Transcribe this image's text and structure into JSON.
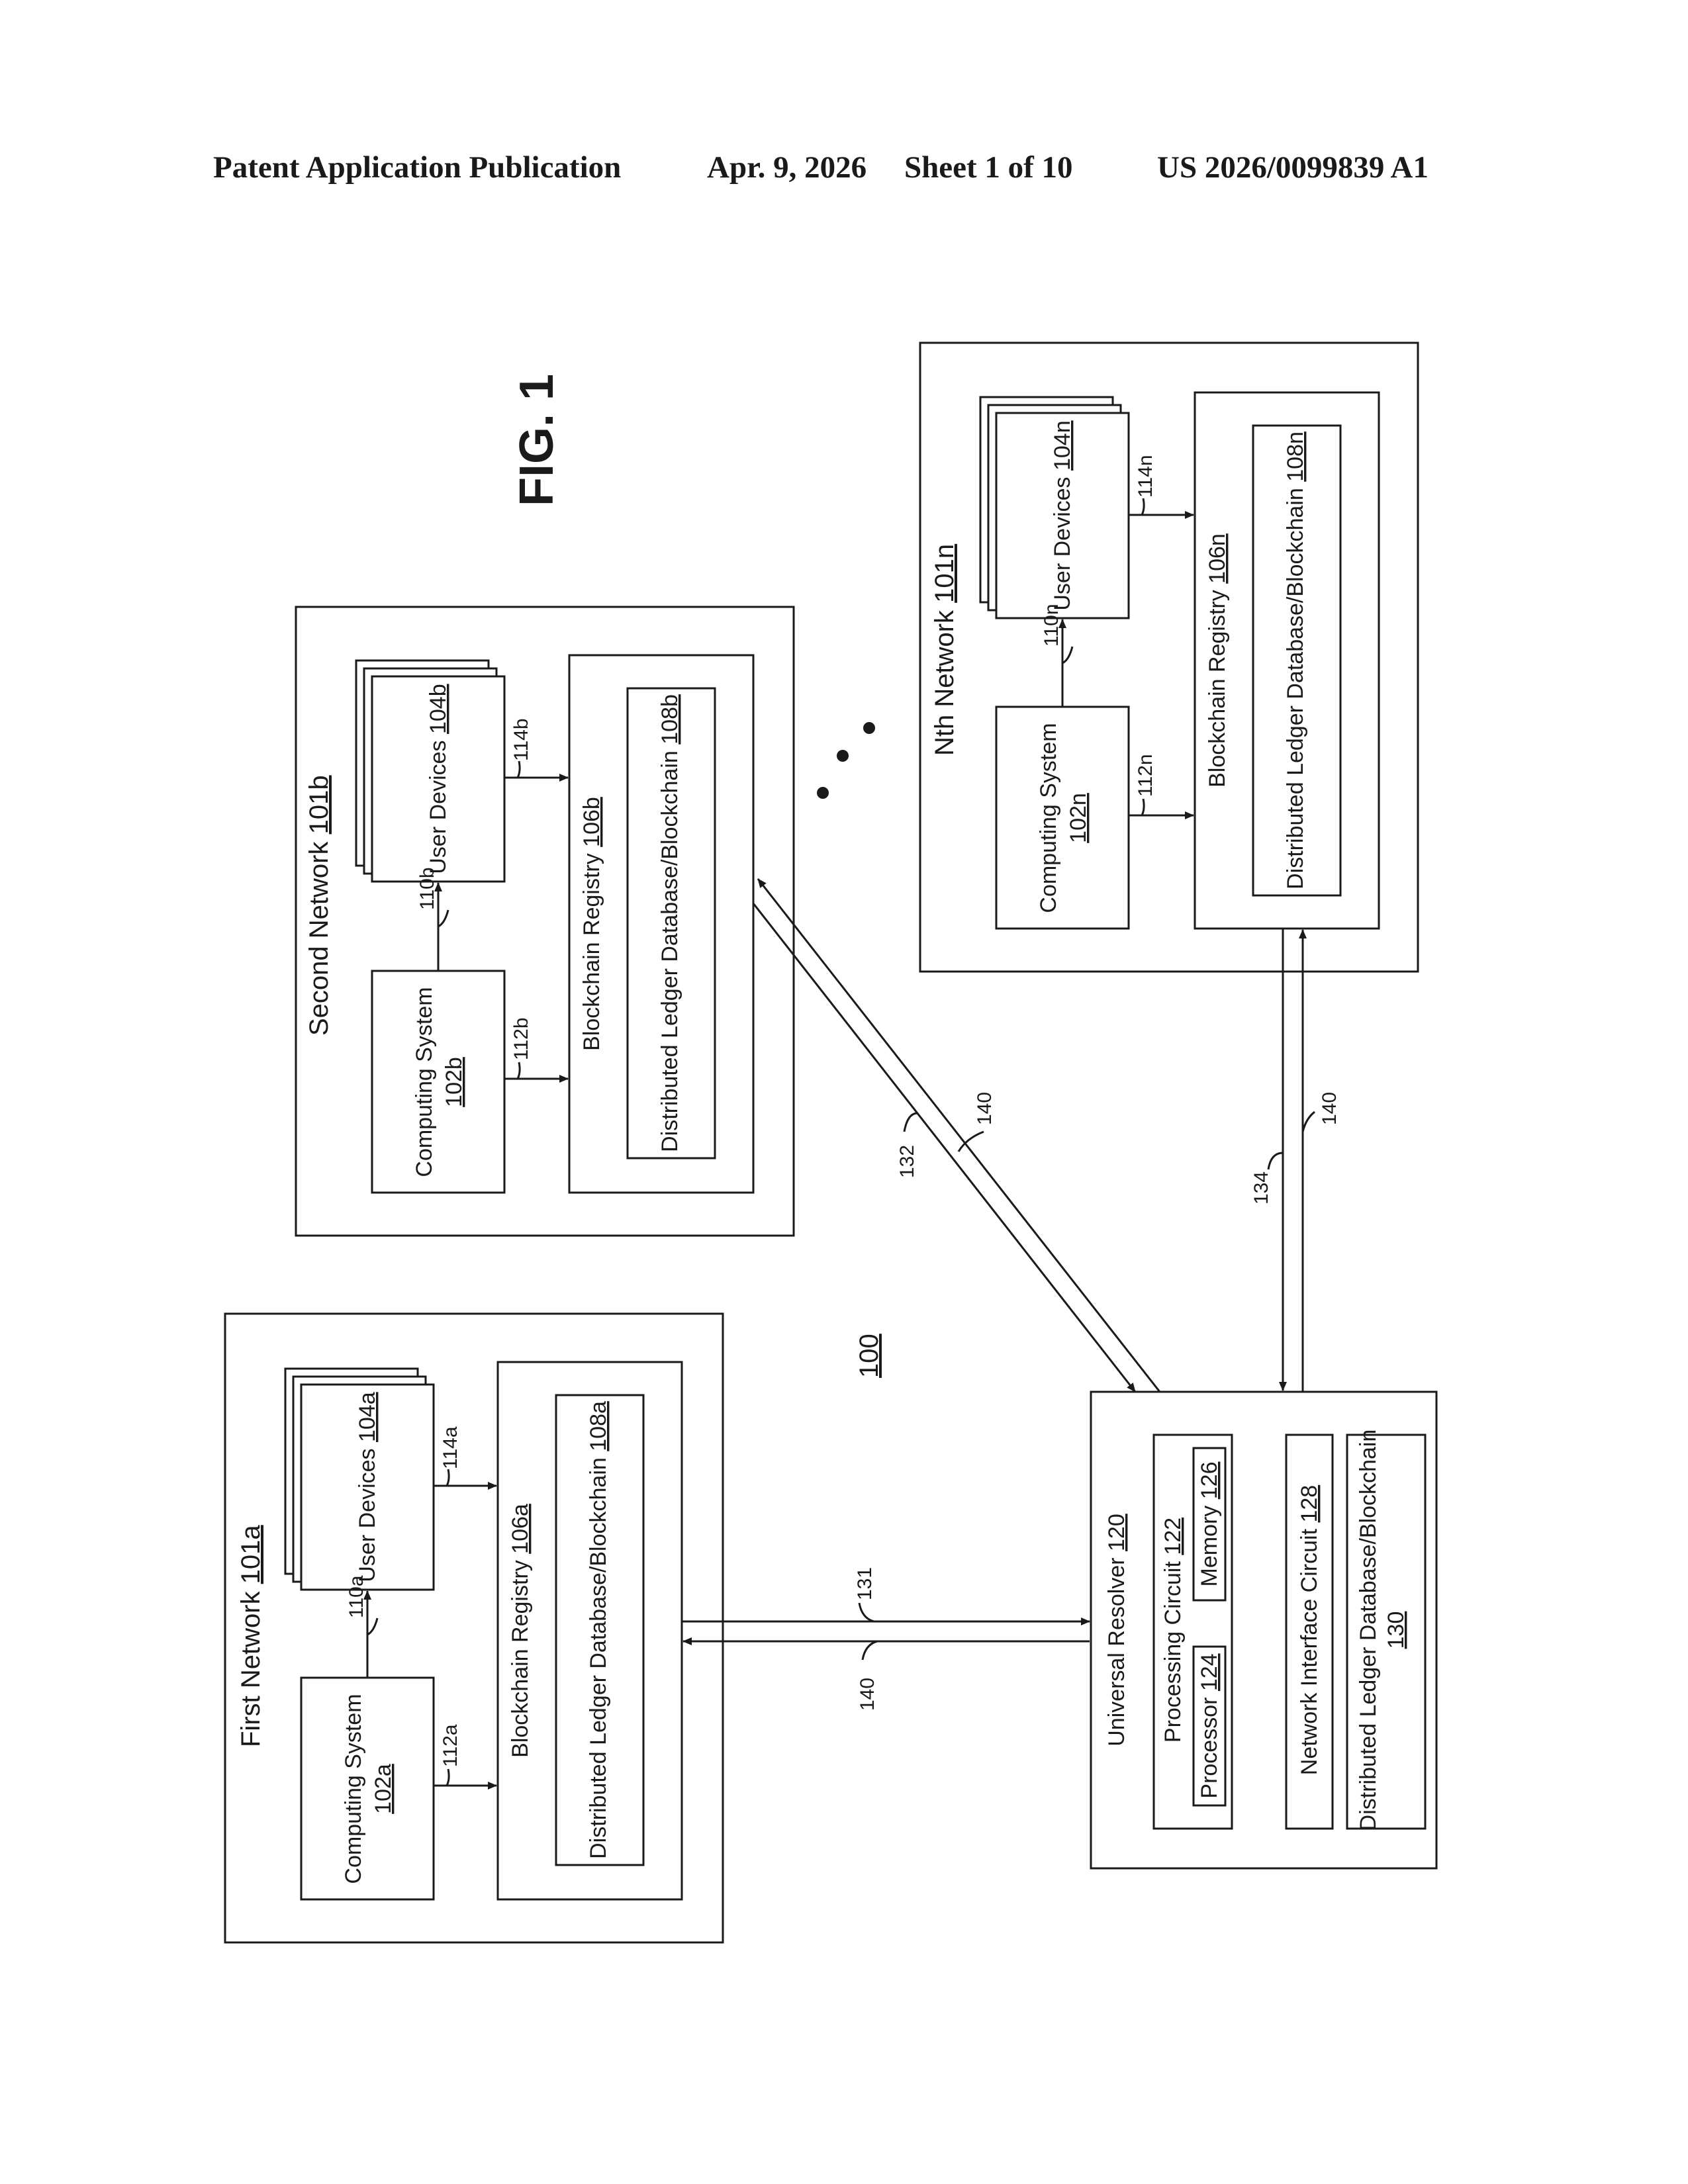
{
  "header": {
    "left": "Patent Application Publication",
    "date": "Apr. 9, 2026",
    "sheet": "Sheet 1 of 10",
    "number": "US 2026/0099839 A1"
  },
  "figure": {
    "title": "FIG. 1",
    "ref": "100"
  },
  "networks": {
    "first": {
      "title": "First Network ",
      "title_ref": "101a",
      "computing": "Computing System",
      "computing_ref": "102a",
      "user": "User Devices ",
      "user_ref": "104a",
      "registry": "Blockchain Registry ",
      "registry_ref": "106a",
      "ledger": "Distributed Ledger Database/Blockchain ",
      "ledger_ref": "108a",
      "a_cs_ud": "110a",
      "a_cs_reg": "112a",
      "a_ud_reg": "114a"
    },
    "second": {
      "title": "Second Network ",
      "title_ref": "101b",
      "computing": "Computing System",
      "computing_ref": "102b",
      "user": "User Devices ",
      "user_ref": "104b",
      "registry": "Blockchain Registry ",
      "registry_ref": "106b",
      "ledger": "Distributed Ledger Database/Blockchain ",
      "ledger_ref": "108b",
      "a_cs_ud": "110b",
      "a_cs_reg": "112b",
      "a_ud_reg": "114b"
    },
    "nth": {
      "title": "Nth Network ",
      "title_ref": "101n",
      "computing": "Computing System",
      "computing_ref": "102n",
      "user": "User Devices ",
      "user_ref": "104n",
      "registry": "Blockchain Registry ",
      "registry_ref": "106n",
      "ledger": "Distributed Ledger Database/Blockchain ",
      "ledger_ref": "108n",
      "a_cs_ud": "110n",
      "a_cs_reg": "112n",
      "a_ud_reg": "114n"
    }
  },
  "resolver": {
    "title": "Universal Resolver ",
    "title_ref": "120",
    "processing": "Processing Circuit ",
    "processing_ref": "122",
    "processor": "Processor ",
    "processor_ref": "124",
    "memory": "Memory ",
    "memory_ref": "126",
    "nic": "Network Interface Circuit ",
    "nic_ref": "128",
    "ledger": "Distributed Ledger Database/Blockchain",
    "ledger_ref": "130"
  },
  "links": {
    "first_req": "131",
    "first_resp": "140",
    "second_req": "132",
    "second_resp": "140",
    "nth_req": "134",
    "nth_resp": "140"
  }
}
